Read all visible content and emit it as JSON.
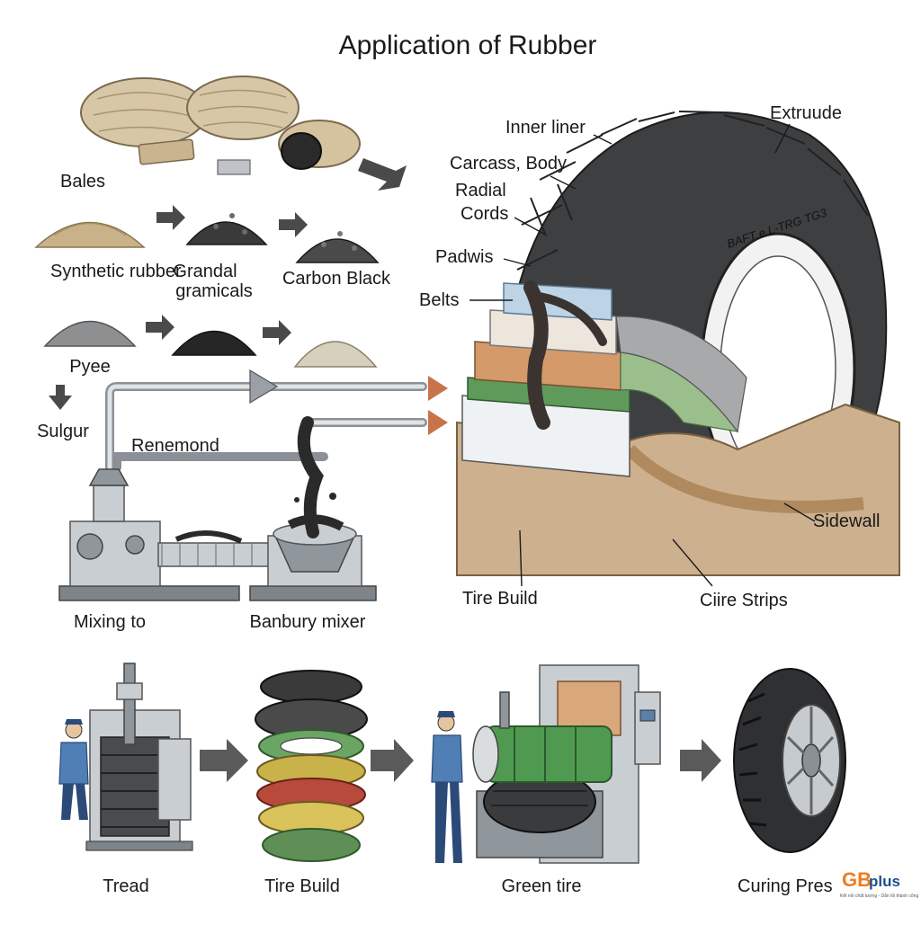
{
  "title": "Application of Rubber",
  "labels": {
    "bales": "Bales",
    "synthetic_rubber": "Synthetic rubber",
    "grandal": "Grandal",
    "gramicals": "gramicals",
    "carbon_black": "Carbon Black",
    "pyee": "Pyee",
    "sulgur": "Sulgur",
    "renemond": "Renemond",
    "mixing_to": "Mixing to",
    "banbury_mixer": "Banbury mixer",
    "inner_liner": "Inner liner",
    "extruude": "Extruude",
    "carcass_body": "Carcass, Body",
    "radial": "Radial",
    "cords": "Cords",
    "padwis": "Padwis",
    "belts": "Belts",
    "sidewall": "Sidewall",
    "tire_build_cutaway": "Tire Build",
    "ciire_strips": "Ciire Strips",
    "sidewall_marking": "BAFT  e  L-TRG TG3"
  },
  "process_steps": [
    {
      "label": "Tread"
    },
    {
      "label": "Tire Build"
    },
    {
      "label": "Green tire"
    },
    {
      "label": "Curing Pres"
    }
  ],
  "logo": {
    "brand_a": "GB",
    "brand_b": "plus",
    "tagline": "Kết nối chất lượng - Dẫn lối thành công"
  },
  "colors": {
    "accent_arrow": "#c8734a",
    "grey_arrow": "#5a5a5a",
    "green_layer": "#5f9a5a",
    "logo_orange": "#f07c1e",
    "logo_blue": "#1f4e8c"
  }
}
